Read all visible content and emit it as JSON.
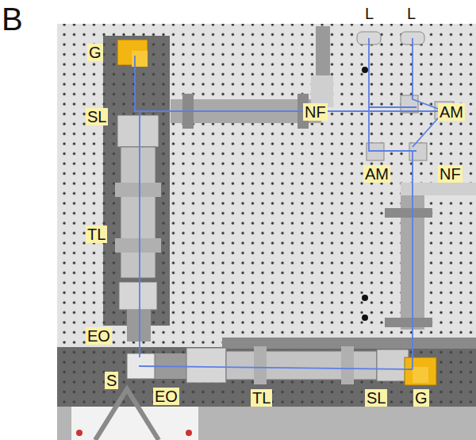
{
  "diagram": {
    "labels": [
      "B",
      "G",
      "SL",
      "NF",
      "L",
      "L",
      "AM",
      "AM",
      "NF",
      "TL",
      "EO",
      "S",
      "EO",
      "TL",
      "SL",
      "G"
    ]
  }
}
